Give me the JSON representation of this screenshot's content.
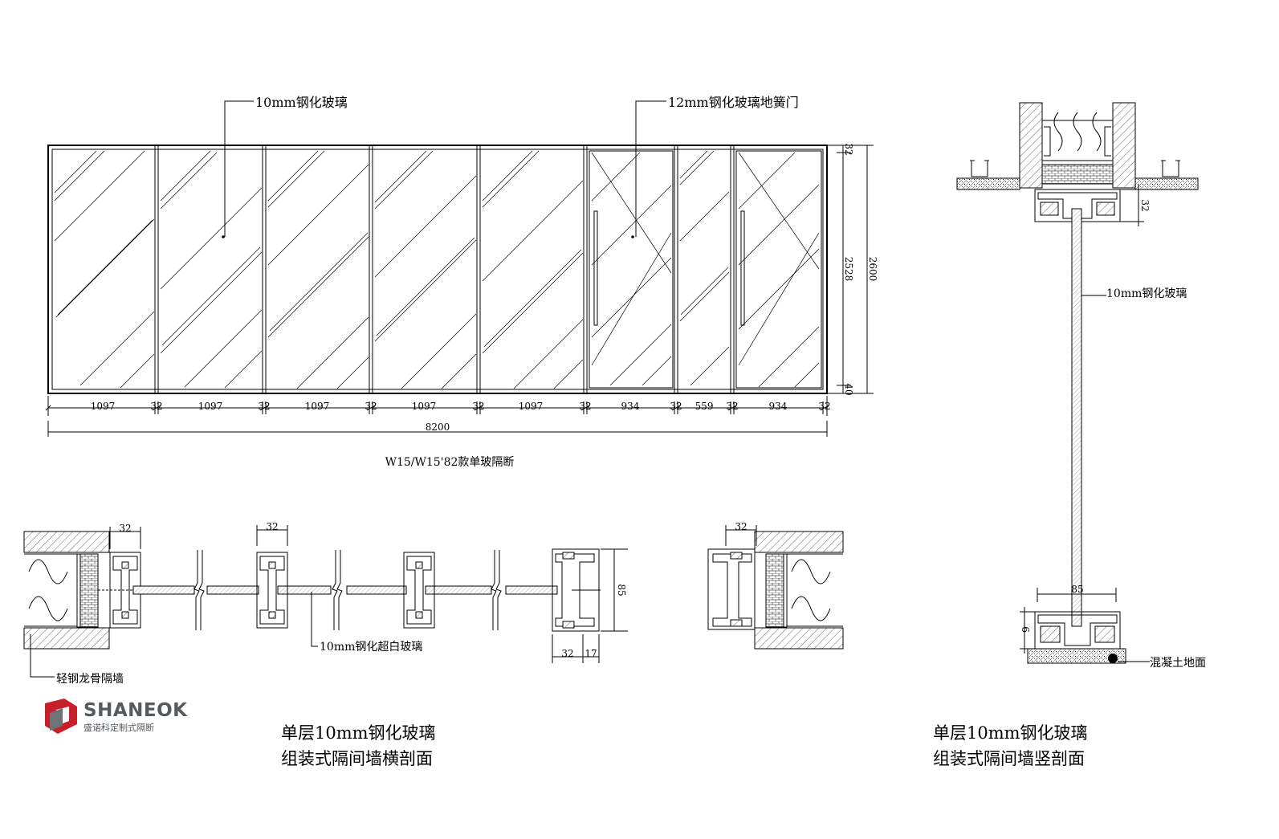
{
  "labels": {
    "glass_10mm": "10mm钢化玻璃",
    "door_12mm": "12mm钢化玻璃地簧门",
    "model": "W15/W15'82款单玻隔断",
    "vertical_glass": "10mm钢化玻璃",
    "ultra_clear": "10mm钢化超白玻璃",
    "stud_wall": "轻钢龙骨隔墙",
    "concrete_floor": "混凝土地面"
  },
  "elevation": {
    "panel_widths": [
      "1097",
      "1097",
      "1097",
      "1097",
      "1097",
      "934",
      "559",
      "934"
    ],
    "profile_width": "32",
    "total_width": "8200",
    "top_profile": "32",
    "bottom_profile": "40",
    "inner_height": "2528",
    "total_height": "2600"
  },
  "horizontal_section": {
    "dim_left": "32",
    "dim_mid": "32",
    "dim_right": "32",
    "depth": "85",
    "bottom_a": "32",
    "bottom_b": "17"
  },
  "vertical_section": {
    "top_dim": "32",
    "depth": "85",
    "bottom_dim": "6"
  },
  "captions": {
    "horizontal_line1": "单层10mm钢化玻璃",
    "horizontal_line2": "组装式隔间墙横剖面",
    "vertical_line1": "单层10mm钢化玻璃",
    "vertical_line2": "组装式隔间墙竖剖面"
  },
  "logo": {
    "brand": "SHANEOK",
    "tagline": "盛诺科定制式隔断",
    "colors": {
      "red": "#c8202a",
      "gray": "#6e7378"
    }
  }
}
